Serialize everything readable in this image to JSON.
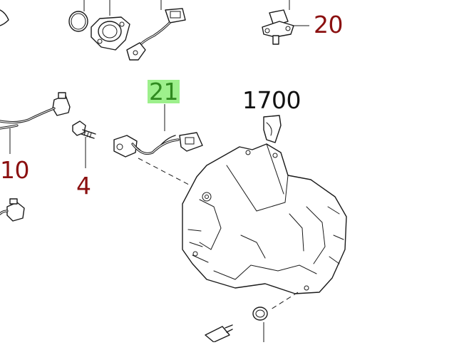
{
  "callouts": {
    "part_20": "20",
    "part_21": "21",
    "part_1700": "1700",
    "part_10": "10",
    "part_4": "4"
  },
  "colors": {
    "callout_red": "#8b1010",
    "callout_dark": "#111111",
    "callout_green_text": "#2f8a1f",
    "highlight": "#9df08c",
    "line_art": "#1a1a1a",
    "background": "#ffffff"
  }
}
